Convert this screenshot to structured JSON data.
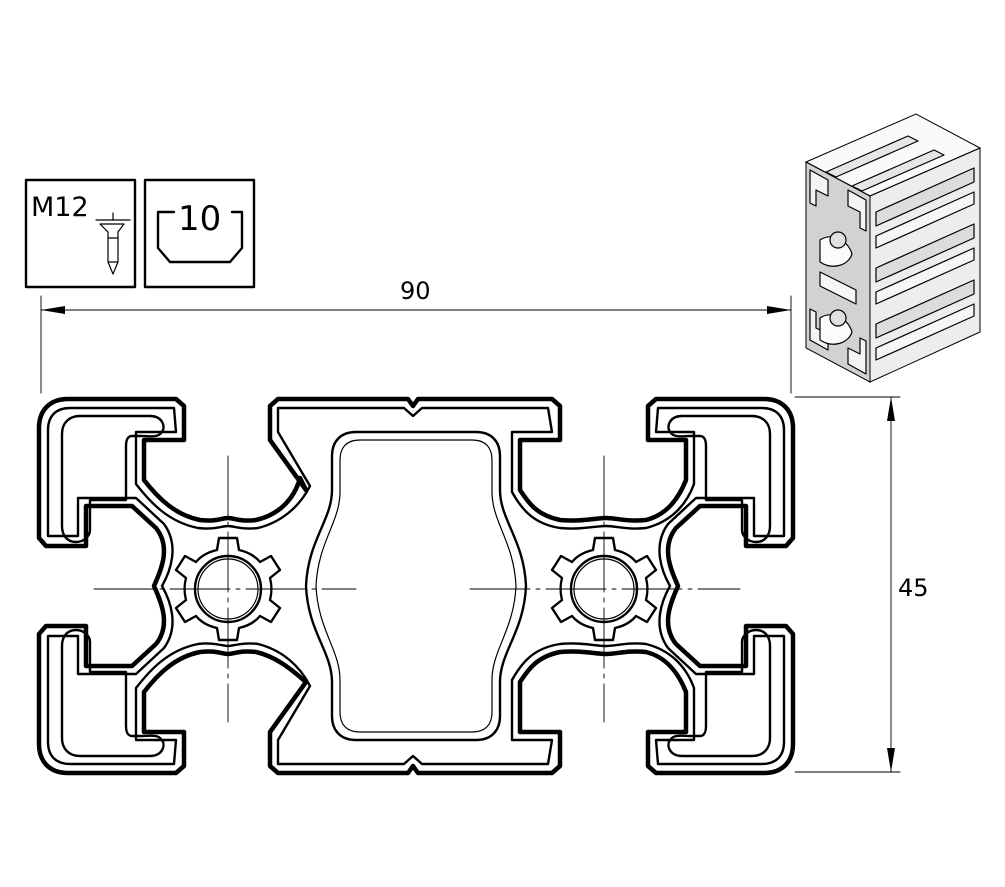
{
  "symbols": {
    "thread_label": "M12",
    "slot_label": "10"
  },
  "dimensions": {
    "width_label": "90",
    "height_label": "45"
  }
}
